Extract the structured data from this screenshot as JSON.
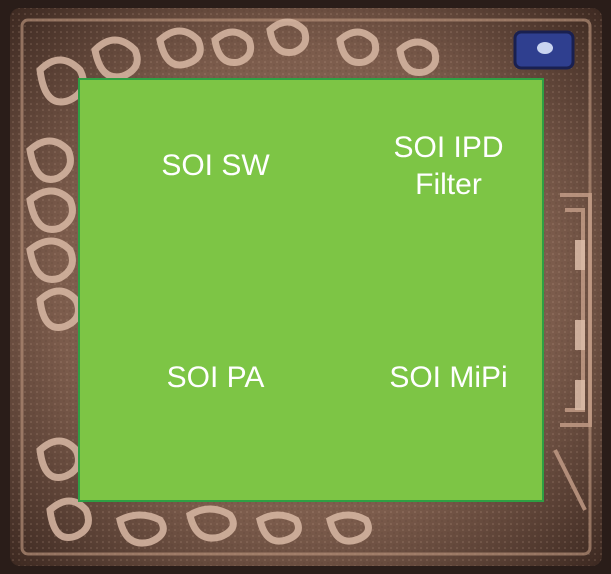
{
  "colors": {
    "block_fill": "#7dc545",
    "block_border": "#2ea043",
    "label_text": "#ffffff",
    "die_background": "#7a5a4a"
  },
  "blocks": {
    "sw": {
      "label": "SOI SW"
    },
    "ipd": {
      "label": "SOI IPD\nFilter"
    },
    "pa": {
      "label": "SOI PA"
    },
    "mipi": {
      "label": "SOI MiPi"
    }
  },
  "photo": {
    "icon": "chip-die-photo"
  }
}
